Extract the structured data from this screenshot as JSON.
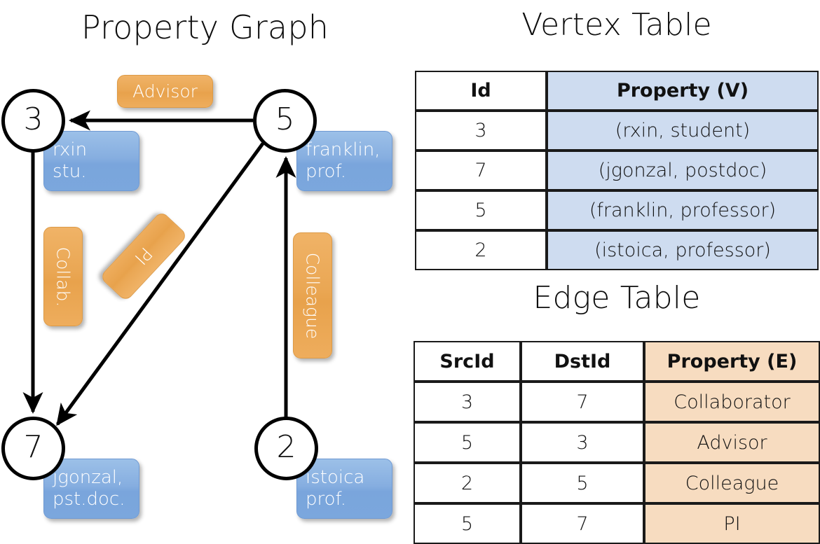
{
  "titles": {
    "graph": "Property Graph",
    "vertex": "Vertex Table",
    "edge": "Edge Table"
  },
  "graph": {
    "nodes": [
      {
        "id": "3",
        "property": "rxin\nstu.",
        "prop_line1": "rxin",
        "prop_line2": "stu."
      },
      {
        "id": "5",
        "property": "franklin,\nprof.",
        "prop_line1": "franklin,",
        "prop_line2": "prof."
      },
      {
        "id": "7",
        "property": "jgonzal,\npst.doc.",
        "prop_line1": "jgonzal,",
        "prop_line2": "pst.doc."
      },
      {
        "id": "2",
        "property": "istoica\nprof.",
        "prop_line1": "istoica",
        "prop_line2": "prof."
      }
    ],
    "edge_labels": [
      {
        "text": "Advisor",
        "orientation": "horizontal"
      },
      {
        "text": "Collab.",
        "orientation": "vertical"
      },
      {
        "text": "PI",
        "orientation": "diagonal"
      },
      {
        "text": "Colleague",
        "orientation": "vertical"
      }
    ],
    "edges": [
      {
        "from": "5",
        "to": "3",
        "label": "Advisor"
      },
      {
        "from": "3",
        "to": "7",
        "label": "Collab."
      },
      {
        "from": "5",
        "to": "7",
        "label": "PI"
      },
      {
        "from": "2",
        "to": "5",
        "label": "Colleague"
      }
    ]
  },
  "vertex_table": {
    "headers": [
      "Id",
      "Property (V)"
    ],
    "rows": [
      [
        "3",
        "(rxin, student)"
      ],
      [
        "7",
        "(jgonzal, postdoc)"
      ],
      [
        "5",
        "(franklin, professor)"
      ],
      [
        "2",
        "(istoica, professor)"
      ]
    ]
  },
  "edge_table": {
    "headers": [
      "SrcId",
      "DstId",
      "Property (E)"
    ],
    "rows": [
      [
        "3",
        "7",
        "Collaborator"
      ],
      [
        "5",
        "3",
        "Advisor"
      ],
      [
        "2",
        "5",
        "Colleague"
      ],
      [
        "5",
        "7",
        "PI"
      ]
    ]
  },
  "colors": {
    "vertex_property_fill": "#cedcf0",
    "edge_property_fill": "#f7dcc0",
    "node_box_blue": "#86aee0",
    "edge_label_orange": "#eaa754",
    "stroke": "#000000"
  }
}
